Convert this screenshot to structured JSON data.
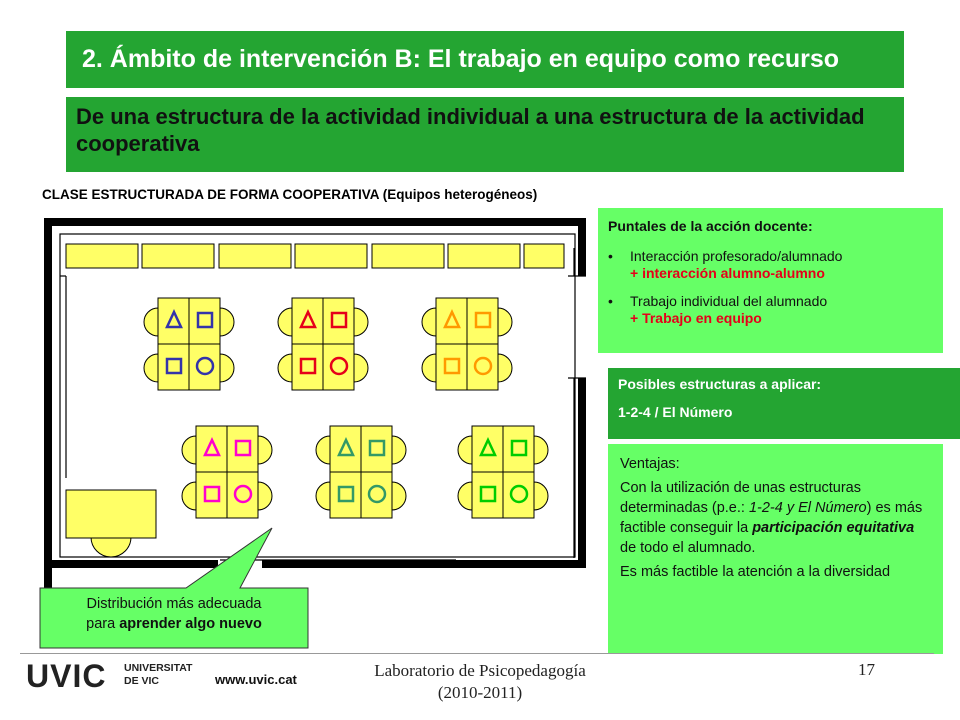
{
  "title": "2. Ámbito de intervención B: El trabajo en equipo como recurso",
  "subtitle": "De una estructura de la actividad individual a una estructura de la actividad cooperativa",
  "caption": "CLASE ESTRUCTURADA DE FORMA COOPERATIVA (Equipos heterogéneos)",
  "puntales": {
    "heading": "Puntales de la acción docente:",
    "items": [
      {
        "text": "Interacción profesorado/alumnado",
        "highlight": "+ interacción alumno-alumno"
      },
      {
        "text": "Trabajo individual del alumnado",
        "highlight": "+ Trabajo en equipo"
      }
    ]
  },
  "estructuras": {
    "heading": "Posibles estructuras a aplicar:",
    "value": "1-2-4 / El Número"
  },
  "ventajas": {
    "heading": "Ventajas:",
    "p1_a": "Con la utilización de unas estructuras determinadas (p.e.: ",
    "p1_italic": "1-2-4 y El Número",
    "p1_b": ") es más factible conseguir la ",
    "p1_bold": "participación equitativa",
    "p1_c": " de todo el alumnado.",
    "p2": "Es más factible la atención a la diversidad"
  },
  "callout": {
    "line1": "Distribución más adecuada",
    "line2_prefix": "para ",
    "line2_bold": "aprender algo nuevo"
  },
  "footer": {
    "logo_big": "UVIC",
    "logo_line1": "UNIVERSITAT",
    "logo_line2": "DE VIC",
    "website": "www.uvic.cat",
    "lab_line1": "Laboratorio de Psicopedagogía",
    "lab_line2": "(2010-2011)",
    "page": "17"
  },
  "colors": {
    "title_green": "#24a532",
    "panel_light_green": "#66ff66",
    "desk_yellow": "#ffff66",
    "highlight_red": "#e5001a",
    "team_colors": [
      "#3333aa",
      "#e5001a",
      "#ff9900",
      "#ff00cc",
      "#339966",
      "#00cc00"
    ]
  }
}
